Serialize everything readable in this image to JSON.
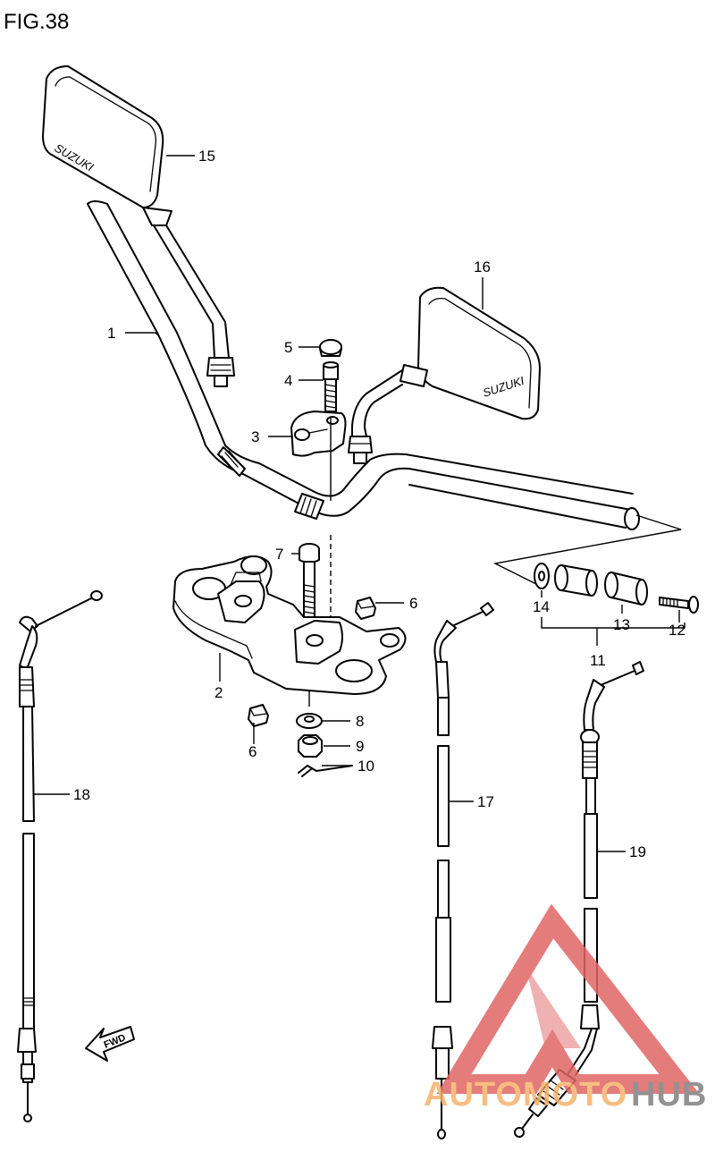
{
  "figure": {
    "title": "FIG.38"
  },
  "callouts": [
    "1",
    "2",
    "3",
    "4",
    "5",
    "6",
    "7",
    "8",
    "9",
    "10",
    "11",
    "12",
    "13",
    "14",
    "15",
    "16",
    "17",
    "18",
    "19"
  ],
  "duplicate_callout": "6",
  "mirror_brand": "SUZUKI",
  "direction_label": "FWD",
  "watermark": {
    "text_orange": "AUTOMOTO",
    "text_gray": "HUB",
    "colors": {
      "orange": "#f6b26b",
      "gray": "#7f7f7f",
      "red": "#e06666"
    }
  }
}
